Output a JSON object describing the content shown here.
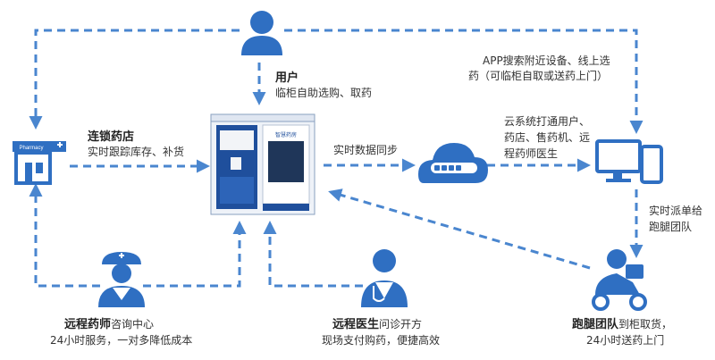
{
  "colors": {
    "accent": "#2f6fc2",
    "dash": "#4a86cf",
    "text": "#333333"
  },
  "nodes": {
    "user": {
      "title": "用户",
      "desc": "临柜自助选购、取药",
      "icon": "user-icon"
    },
    "chain": {
      "title": "连锁药店",
      "desc": "实时跟踪库存、补货",
      "icon": "pharmacy-store-icon",
      "sign": "Pharmacy"
    },
    "sync": {
      "label": "实时数据同步"
    },
    "cloud": {
      "desc_lines": [
        "云系统打通用户、",
        "药店、售药机、远",
        "程药师医生"
      ],
      "icon": "cloud-icon"
    },
    "app": {
      "desc_lines": [
        "APP搜索附近设备、线上选",
        "药（可临柜自取或送药上门）"
      ],
      "icon": "computer-phone-icon"
    },
    "dispatch": {
      "desc_lines": [
        "实时派单给",
        "跑腿团队"
      ]
    },
    "pharmacist": {
      "title": "远程药师",
      "title_suffix": "咨询中心",
      "desc": "24小时服务，一对多降低成本",
      "icon": "pharmacist-icon"
    },
    "doctor": {
      "title": "远程医生",
      "title_suffix": "问诊开方",
      "desc": "现场支付购药，便捷高效",
      "icon": "doctor-icon"
    },
    "courier": {
      "title": "跑腿团队",
      "title_suffix": "到柜取货，",
      "desc": "24小时送药上门",
      "icon": "courier-icon"
    },
    "machine": {
      "icon": "vending-machine-icon",
      "screen_text": "智慧药房"
    }
  }
}
